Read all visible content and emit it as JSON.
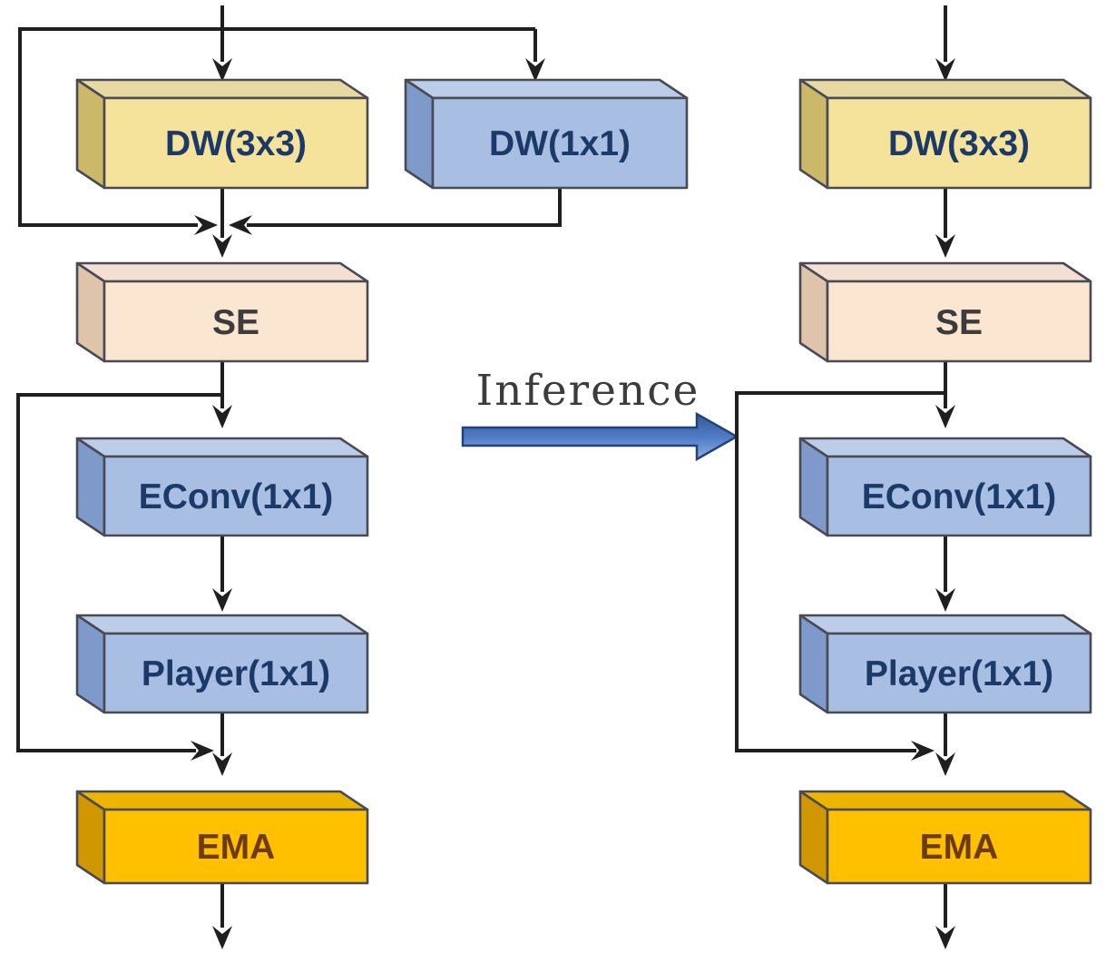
{
  "colors": {
    "background": "#FFFFFF",
    "line": "#1F1F1F",
    "box_outline": "#4A4A55",
    "yellow_face": "#F5E29B",
    "yellow_top": "#E7D9A2",
    "yellow_side": "#CBB868",
    "blue_face": "#A8BEE2",
    "blue_top": "#BCCDEA",
    "blue_side": "#7E9ACA",
    "peach_face": "#FBE6D2",
    "peach_top": "#F3E0D2",
    "peach_side": "#DFC4AC",
    "orange_face": "#FFC000",
    "orange_top": "#EDB400",
    "orange_side": "#D09700",
    "text_navy": "#1C3A68",
    "text_dark": "#3C3C3C",
    "text_brown": "#6E3A0F",
    "inference_arrow_top": "#35599B",
    "inference_arrow_mid": "#4E7AC4",
    "inference_arrow_bottom": "#8FAEDC",
    "inference_arrow_outline": "#24427A"
  },
  "training_block": {
    "dw3x3_label": "DW(3x3)",
    "dw1x1_label": "DW(1x1)",
    "se_label": "SE",
    "econv_label": "EConv(1x1)",
    "player_label": "Player(1x1)",
    "ema_label": "EMA"
  },
  "inference_block": {
    "dw3x3_label": "DW(3x3)",
    "se_label": "SE",
    "econv_label": "EConv(1x1)",
    "player_label": "Player(1x1)",
    "ema_label": "EMA"
  },
  "transition_label": "Inference"
}
